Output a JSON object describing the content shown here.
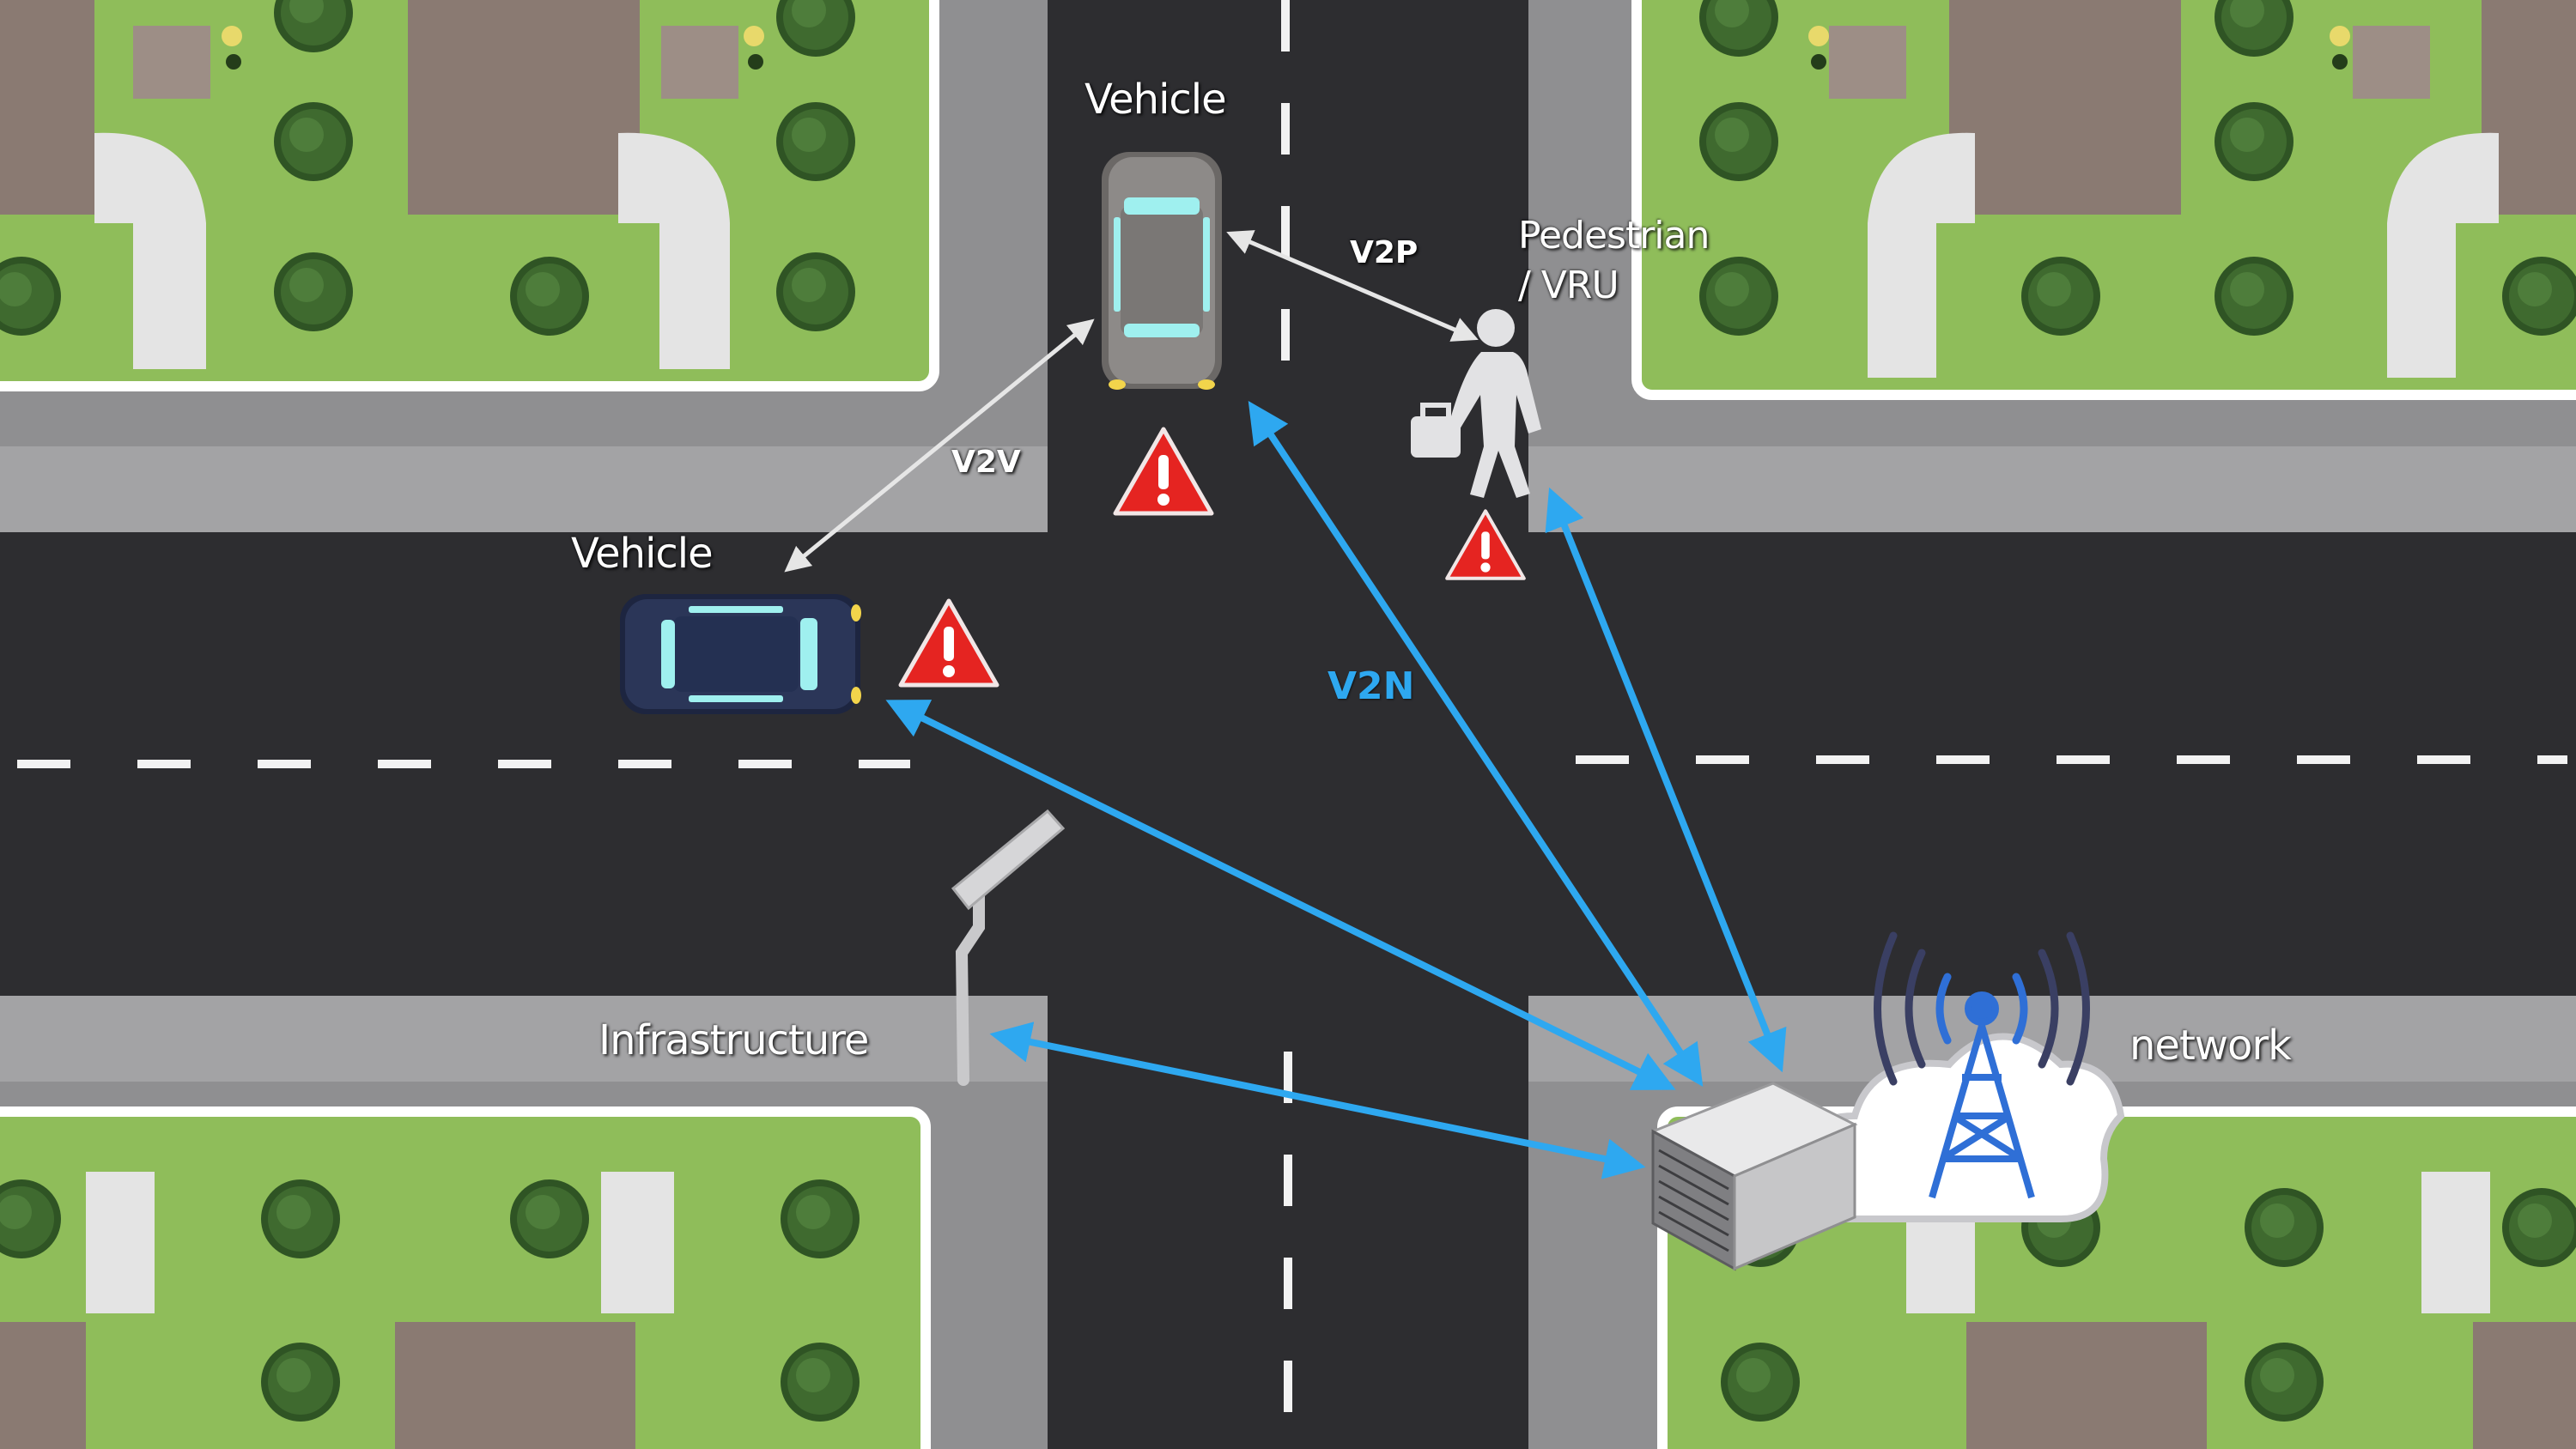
{
  "labels": {
    "vehicle_top": "Vehicle",
    "vehicle_left": "Vehicle",
    "pedestrian": "Pedestrian\n/ VRU",
    "infrastructure": "Infrastructure",
    "network": "network",
    "v2v": "V2V",
    "v2p": "V2P",
    "v2n": "V2N"
  },
  "colors": {
    "road": "#2d2d30",
    "sidewalk": "#8f8f91",
    "lawn": "#8fbd5a",
    "tree": "#3f6a2f",
    "roof": "#8a7a72",
    "v2n_link": "#2ea8f0",
    "v2x_link": "#e6e6e6",
    "warning": "#e52421",
    "car_top": "#8d8a88",
    "car_left": "#2b3658",
    "tower": "#2f6fd6"
  },
  "icons": [
    "car-icon",
    "pedestrian-icon",
    "warning-icon",
    "streetlight-icon",
    "server-icon",
    "cloud-icon",
    "cell-tower-icon"
  ]
}
